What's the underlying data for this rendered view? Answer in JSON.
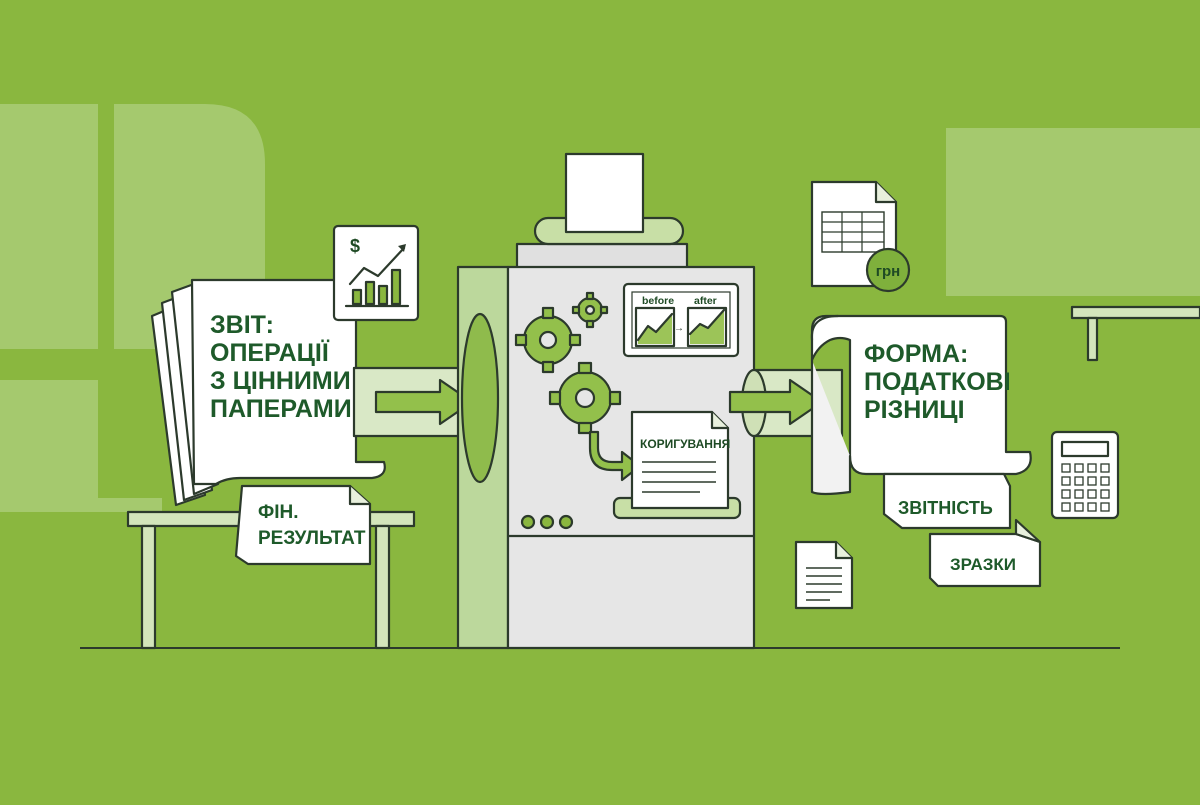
{
  "colors": {
    "background": "#8ab73f",
    "accent_green": "#1e5a2a",
    "paper": "#ffffff",
    "machine": "#e6e6e6",
    "light_green": "#b6d393"
  },
  "left_report": {
    "title_lines": [
      "ЗВІТ:",
      "ОПЕРАЦІЇ",
      "З ЦІННИМИ",
      "ПАПЕРАМИ"
    ],
    "subtitle_lines": [
      "ФІН.",
      "РЕЗУЛЬТАТ"
    ]
  },
  "monitor": {
    "before_label": "before",
    "after_label": "after"
  },
  "machine_output_doc": {
    "label": "КОРИГУВАННЯ"
  },
  "right_form": {
    "title_lines": [
      "ФОРМА:",
      "ПОДАТКОВІ",
      "РІЗНИЦІ"
    ],
    "tags": [
      "ЗВІТНІСТЬ",
      "ЗРАЗКИ"
    ]
  },
  "currency_badge": {
    "label": "грн"
  },
  "icons": [
    "dollar-chart-icon",
    "gear-icon",
    "monitor-chart-icon",
    "arrow-right-icon",
    "spreadsheet-icon",
    "calculator-icon",
    "document-icon"
  ]
}
